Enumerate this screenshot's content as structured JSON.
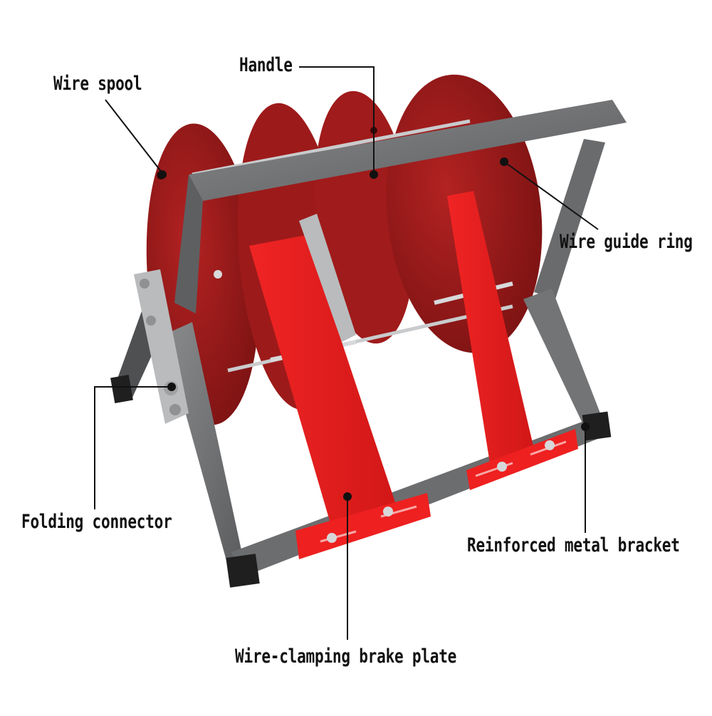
{
  "colors": {
    "frame": "#6e6f71",
    "frame_dark": "#4c4d4f",
    "frame_light": "#8c8d8f",
    "spool_red": "#a61c1c",
    "spool_dark": "#7a1212",
    "brake_red": "#e51b1b",
    "brake_shadow": "#b81313",
    "metal": "#c9cbcd",
    "leader": "#111111"
  },
  "labels": {
    "wire_spool": "Wire spool",
    "handle": "Handle",
    "wire_guide_ring": "Wire guide ring",
    "folding_connector": "Folding connector",
    "reinforced_metal_bracket": "Reinforced metal bracket",
    "wire_clamping_brake_plate": "Wire-clamping brake plate"
  }
}
